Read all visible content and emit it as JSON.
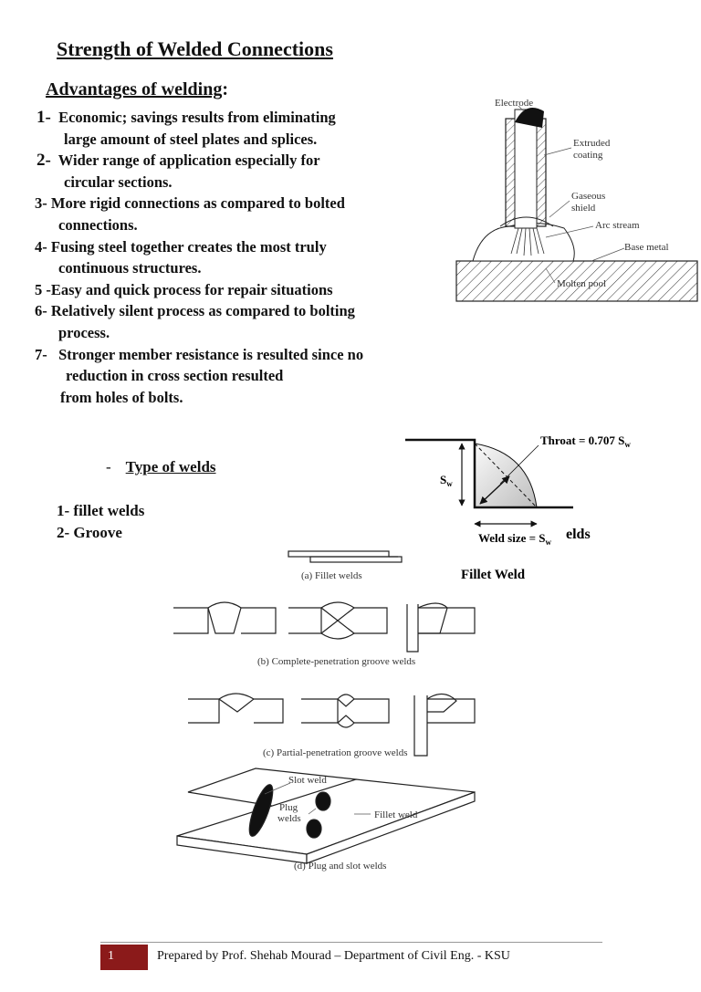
{
  "title": "Strength of Welded Connections",
  "advantages": {
    "heading": "Advantages of welding",
    "colon": ":",
    "items": [
      {
        "num": "1-",
        "lines": [
          "Economic; savings results from eliminating",
          "large amount of steel plates and splices."
        ]
      },
      {
        "num": "2-",
        "lines": [
          "Wider range of application especially for",
          "circular sections."
        ]
      },
      {
        "num": "3-",
        "lines": [
          "More rigid connections as compared to bolted",
          "connections."
        ]
      },
      {
        "num": "4-",
        "lines": [
          "Fusing steel together creates the most truly",
          "continuous structures."
        ]
      },
      {
        "num": "5 -",
        "lines": [
          "Easy and quick process for repair situations"
        ]
      },
      {
        "num": "6-",
        "lines": [
          "Relatively silent process as compared to bolting",
          "process."
        ]
      },
      {
        "num": "7-",
        "lines": [
          "Stronger member resistance is resulted since no",
          "reduction in cross section resulted",
          "from holes of bolts."
        ]
      }
    ]
  },
  "arc_figure": {
    "electrode": "Electrode",
    "extruded_coating_1": "Extruded",
    "extruded_coating_2": "coating",
    "gaseous_shield_1": "Gaseous",
    "gaseous_shield_2": "shield",
    "arc_stream": "Arc stream",
    "base_metal": "Base metal",
    "molten_pool": "Molten pool"
  },
  "types": {
    "dash": "-",
    "heading": "Type of welds",
    "item1": "1- fillet welds",
    "item2": "2- Groove",
    "item2_suffix": "elds"
  },
  "fillet_figure": {
    "throat": "Throat = 0.707 S",
    "throat_sub": "w",
    "sw": "S",
    "sw_sub": "w",
    "weld_size": "Weld size = S",
    "weld_size_sub": "w",
    "caption": "Fillet Weld"
  },
  "welds_figure": {
    "cap_a": "(a) Fillet welds",
    "cap_b": "(b) Complete-penetration groove welds",
    "cap_c": "(c) Partial-penetration groove welds",
    "slot_weld": "Slot weld",
    "plug_welds_1": "Plug",
    "plug_welds_2": "welds",
    "fillet_weld": "Fillet weld",
    "cap_d": "(d) Plug and slot welds"
  },
  "footer": {
    "page": "1",
    "text": "Prepared by Prof. Shehab Mourad – Department of Civil Eng. - KSU"
  }
}
